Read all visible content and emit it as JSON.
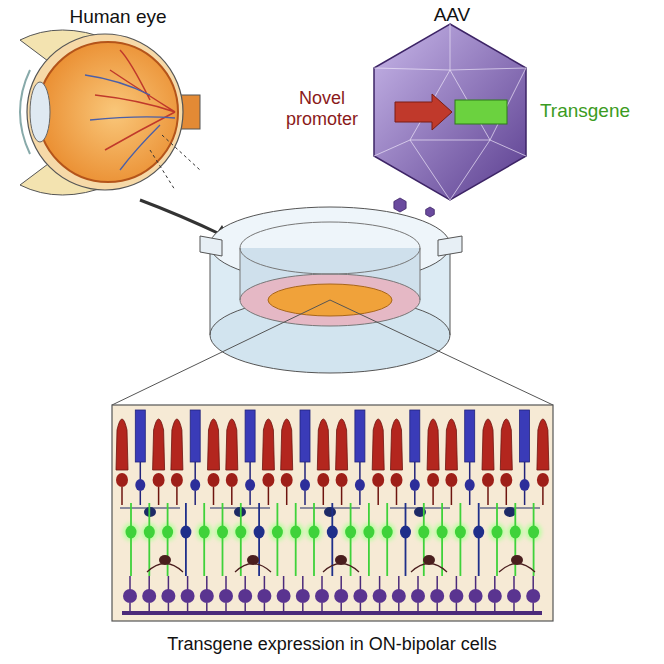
{
  "diagram": {
    "caption": "Transgene expression in ON-bipolar cells",
    "labels": [
      "Human eye",
      "AAV",
      "Novel promoter",
      "Transgene"
    ]
  }
}
